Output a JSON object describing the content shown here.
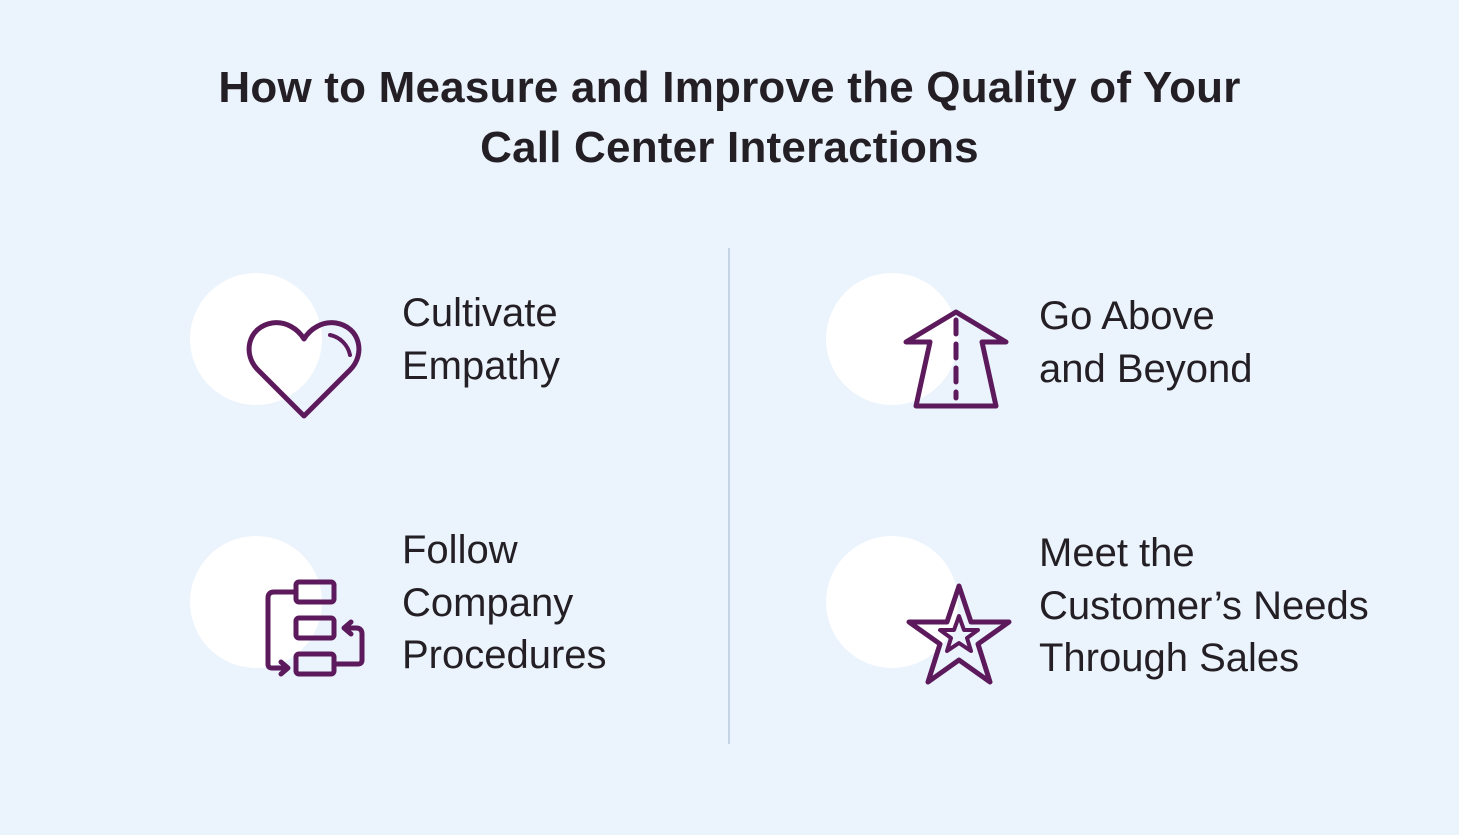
{
  "title": {
    "line1": "How to Measure and Improve the Quality of Your",
    "line2": "Call Center Interactions"
  },
  "accent_color": "#5c1a5c",
  "items": [
    {
      "icon": "heart-icon",
      "lines": [
        "Cultivate",
        "Empathy"
      ]
    },
    {
      "icon": "road-arrow-icon",
      "lines": [
        "Go Above",
        "and Beyond"
      ]
    },
    {
      "icon": "process-flow-icon",
      "lines": [
        "Follow",
        "Company",
        "Procedures"
      ]
    },
    {
      "icon": "star-icon",
      "lines": [
        "Meet the",
        "Customer’s Needs",
        "Through Sales"
      ]
    }
  ]
}
